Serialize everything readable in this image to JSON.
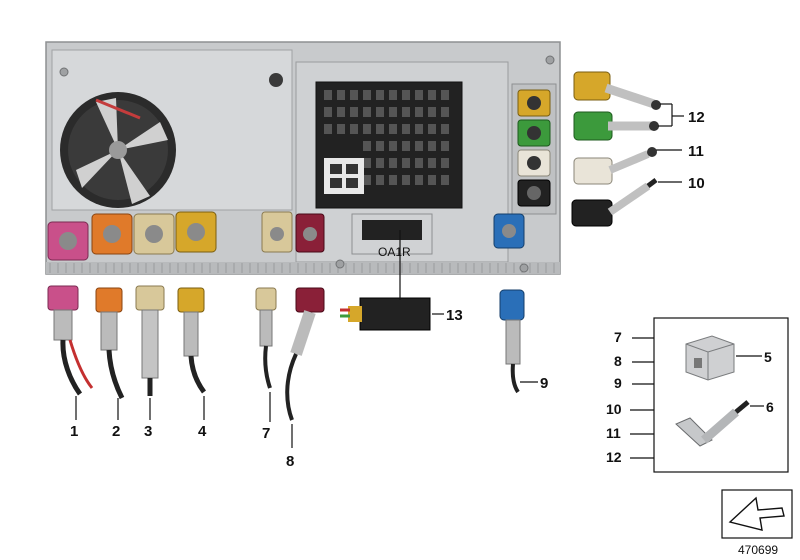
{
  "diagram": {
    "reference_number": "470699",
    "unit_label": "OA1R",
    "callouts": [
      "1",
      "2",
      "3",
      "4",
      "7",
      "8",
      "9",
      "10",
      "11",
      "12",
      "13"
    ],
    "detail_box": {
      "labels": [
        "7",
        "8",
        "9",
        "10",
        "11",
        "12"
      ],
      "part_labels": [
        "5",
        "6"
      ]
    },
    "colors": {
      "pink": "#c9508a",
      "orange": "#e07a2a",
      "beige": "#d8c89a",
      "curry": "#d6a72a",
      "green": "#3c9a3c",
      "white": "#e9e4d8",
      "black": "#222222",
      "blue": "#2a6fb8",
      "bordeaux": "#8a2038",
      "housing": "#c8cacc"
    }
  }
}
